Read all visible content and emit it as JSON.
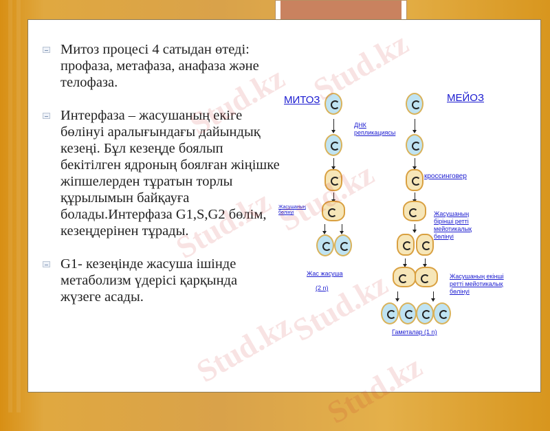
{
  "bullets": [
    {
      "text": "Митоз процесі 4 сатыдан өтеді: профаза, метафаза, анафаза және телофаза."
    },
    {
      "text": "Интерфаза – жасушаның екіге бөлінуі аралығындағы дайындық кезеңі. Бұл кезеңде боялып бекітілген ядроның боялған жіңішке жіпшелерден тұратын торлы құрылымын байқауға болады.Интерфаза G1,S,G2 бөлім, кезеңдерінен тұрады."
    },
    {
      "text": "G1- кезеңінде жасуша ішінде метаболизм үдерісі қарқында жүзеге асады."
    }
  ],
  "diagram": {
    "mitosis_title": "МИТОЗ",
    "meiosis_title": "МЕЙОЗ",
    "dna_replication": "ДНК репликациясы",
    "cell_division": "Жасушаның бөлінуі",
    "young_cell": "Жас жасуша",
    "diploid": "(2 n)",
    "crossing_over": "кроссинговер",
    "first_division": "Жасушаның бірінші ретті мейотикалық бөлінуі",
    "second_division": "Жасушаның екінші ретті мейотикалық бөлінуі",
    "gametes": "Гаметалар (1 n)"
  },
  "watermark": "Stud.kz",
  "colors": {
    "link": "#1a1ad0",
    "background": "#d9a24a",
    "accent_box": "#c9825f"
  }
}
